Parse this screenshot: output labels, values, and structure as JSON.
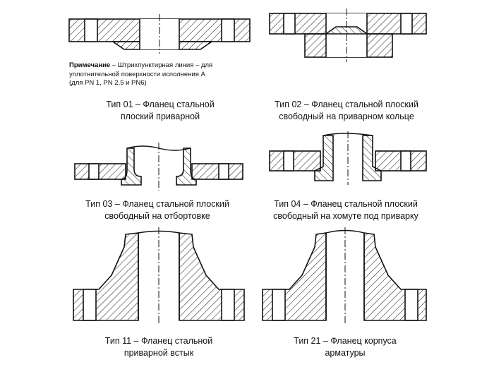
{
  "note": {
    "lead": "Примечание",
    "line1_rest": " – Штрихпунктирная линия – для",
    "line2": "уплотнительной поверхности исполнения А",
    "line3": "(для PN 1, PN 2,5 и PN6)"
  },
  "captions": [
    {
      "id": "t01",
      "line1": "Тип 01 – Фланец стальной",
      "line2": "плоский приварной"
    },
    {
      "id": "t02",
      "line1": "Тип 02 – Фланец стальной плоский",
      "line2": "свободный на приварном кольце"
    },
    {
      "id": "t03",
      "line1": "Тип 03 – Фланец стальной плоский",
      "line2": "свободный на отбортовке"
    },
    {
      "id": "t04",
      "line1": "Тип 04 – Фланец стальной плоский",
      "line2": "свободный на хомуте под приварку"
    },
    {
      "id": "t11",
      "line1": "Тип 11 – Фланец стальной",
      "line2": "приварной встык"
    },
    {
      "id": "t21",
      "line1": "Тип 21 – Фланец корпуса",
      "line2": "арматуры"
    }
  ]
}
